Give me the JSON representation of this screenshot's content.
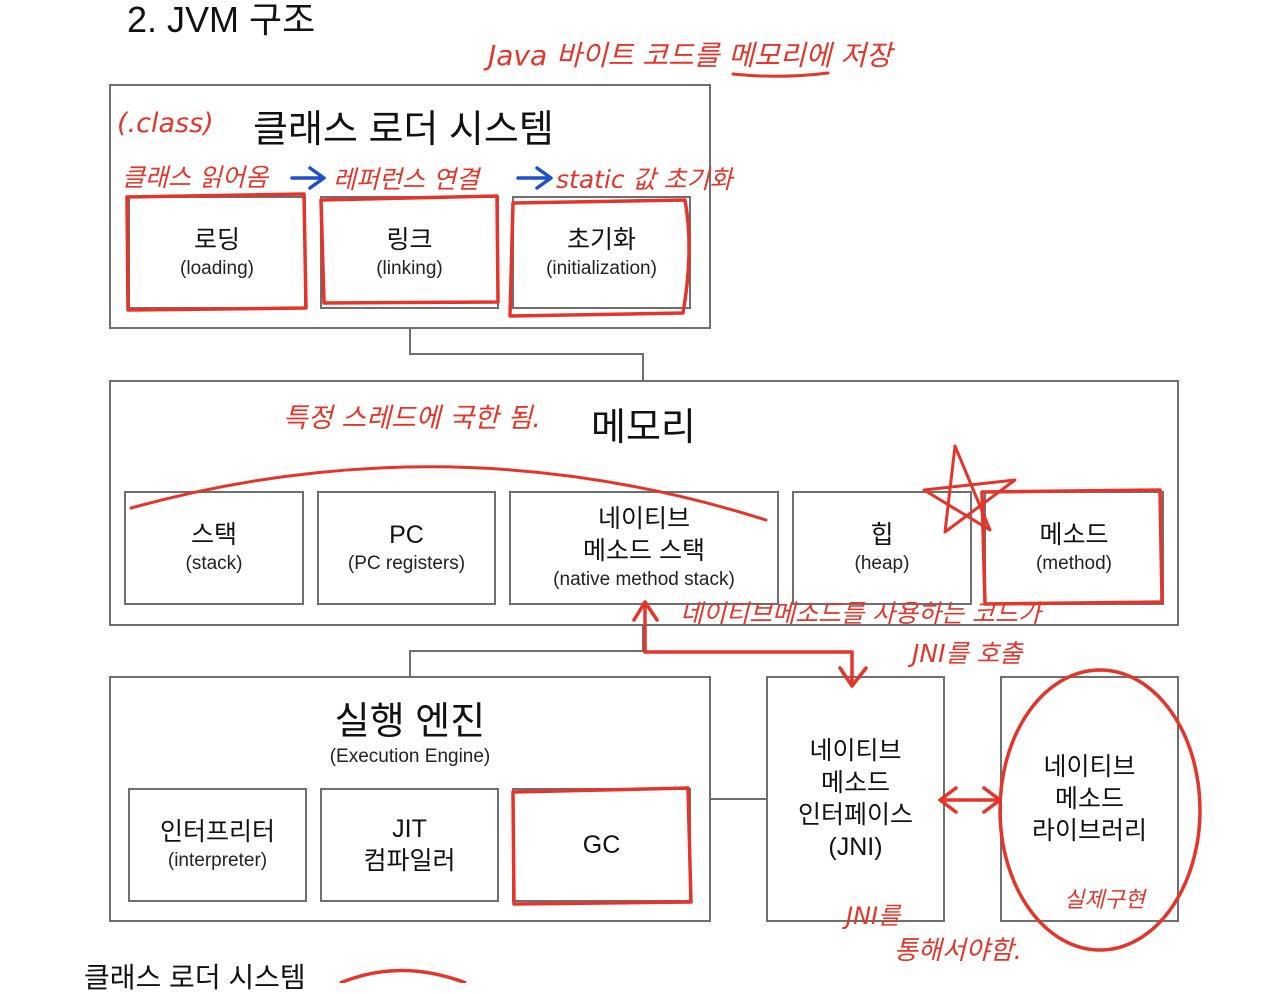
{
  "page": {
    "heading": "2. JVM 구조",
    "bottom_cut_text": "클래스 로더 시스템"
  },
  "class_loader": {
    "title": "클래스 로더 시스템",
    "steps": [
      {
        "label": "로딩",
        "sub": "(loading)"
      },
      {
        "label": "링크",
        "sub": "(linking)"
      },
      {
        "label": "초기화",
        "sub": "(initialization)"
      }
    ]
  },
  "memory": {
    "title": "메모리",
    "areas": [
      {
        "label": "스택",
        "sub": "(stack)"
      },
      {
        "label": "PC",
        "sub": "(PC registers)"
      },
      {
        "label_line1": "네이티브",
        "label_line2": "메소드 스택",
        "sub": "(native method stack)"
      },
      {
        "label": "힙",
        "sub": "(heap)"
      },
      {
        "label": "메소드",
        "sub": "(method)"
      }
    ]
  },
  "execution_engine": {
    "title": "실행 엔진",
    "subtitle": "(Execution Engine)",
    "parts": [
      {
        "label": "인터프리터",
        "sub": "(interpreter)"
      },
      {
        "label_line1": "JIT",
        "label_line2": "컴파일러"
      },
      {
        "label": "GC"
      }
    ]
  },
  "jni": {
    "line1": "네이티브",
    "line2": "메소드",
    "line3": "인터페이스",
    "line4": "(JNI)"
  },
  "native_library": {
    "line1": "네이티브",
    "line2": "메소드",
    "line3": "라이브러리"
  },
  "annotations": {
    "java_bytecode": "Java 바이트 코드를 메모리에 저장",
    "dot_class": "(.class)",
    "read_class": "클래스 읽어옴",
    "reference_link": "레퍼런스 연결",
    "static_init": "static 값 초기화",
    "thread_scope": "특정 스레드에 국한 됨.",
    "native_call_1": "네이티브메소드를 사용하는 코드가",
    "native_call_2": "JNI를 호출",
    "jni_via_1": "JNI를",
    "jni_via_2": "통해서야함.",
    "real_impl": "실제구현"
  },
  "colors": {
    "box_border": "#6f6f6f",
    "annotation_red": "#e5352a",
    "annotation_blue": "#1f4fc9"
  }
}
